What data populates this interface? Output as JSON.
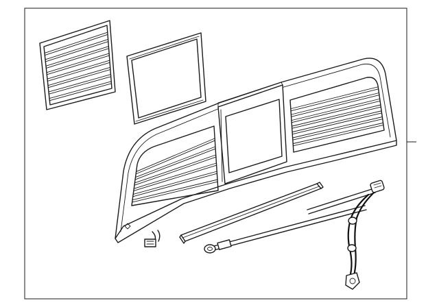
{
  "diagram": {
    "line_color": "#1a1a1a",
    "background": "#ffffff",
    "parts": [
      "louvered-glass-panel",
      "framed-glass-panel",
      "rear-window-assembly",
      "weatherstrip-channel",
      "defogger-wire-harness",
      "connector-pigtail"
    ]
  }
}
